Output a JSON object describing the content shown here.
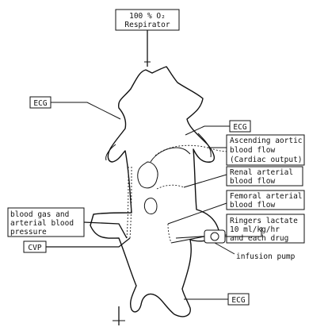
{
  "respirator": {
    "line1": "100 % O₂",
    "line2": "Respirator"
  },
  "ecg_left": "ECG",
  "ecg_right": "ECG",
  "ecg_bottom": "ECG",
  "aortic": {
    "line1": "Ascending aortic",
    "line2": "blood flow",
    "line3": "(Cardiac output)"
  },
  "renal": {
    "line1": "Renal arterial",
    "line2": "blood flow"
  },
  "femoral": {
    "line1": "Femoral arterial",
    "line2": "blood flow"
  },
  "ringers": {
    "line1": "Ringers lactate",
    "line2": "10 ml/kg/hr",
    "line3": "and each drug"
  },
  "bloodgas": {
    "line1": "blood gas and",
    "line2": "arterial blood",
    "line3": "pressure"
  },
  "cvp": "CVP",
  "pump": "infusion pump"
}
